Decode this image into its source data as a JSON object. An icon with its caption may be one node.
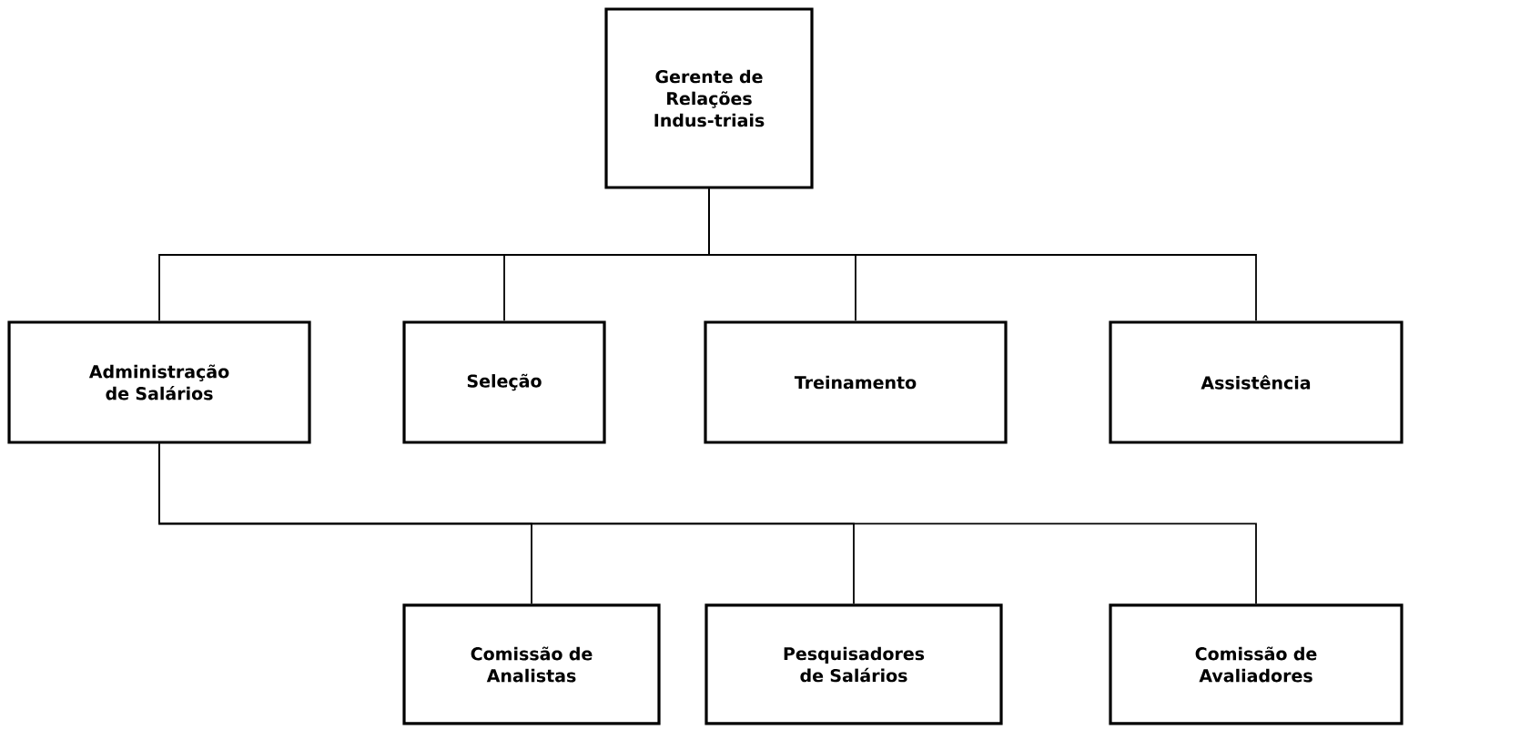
{
  "diagram": {
    "nodes": [
      {
        "text": [
          "Gerente de Relações Indus-triais"
        ]
      },
      {
        "text": [
          "Administração de Salários"
        ]
      },
      {
        "text": [
          "Seleção"
        ]
      },
      {
        "text": [
          "Treinamento"
        ]
      },
      {
        "text": [
          "Assistência"
        ]
      },
      {
        "text": [
          "Comissão de Analistas"
        ]
      },
      {
        "text": [
          "Pesquisadores de Salários"
        ]
      },
      {
        "text": [
          "Comissão de Avaliadores"
        ]
      }
    ],
    "edges": [
      {
        "from": 0,
        "to": 1,
        "arrow": "none"
      },
      {
        "from": 0,
        "to": 2,
        "arrow": "none"
      },
      {
        "from": 0,
        "to": 3,
        "arrow": "none"
      },
      {
        "from": 0,
        "to": 4,
        "arrow": "none"
      },
      {
        "from": 1,
        "to": 5,
        "arrow": "none"
      },
      {
        "from": 1,
        "to": 6,
        "arrow": "none"
      },
      {
        "from": 1,
        "to": 7,
        "arrow": "none"
      }
    ]
  }
}
